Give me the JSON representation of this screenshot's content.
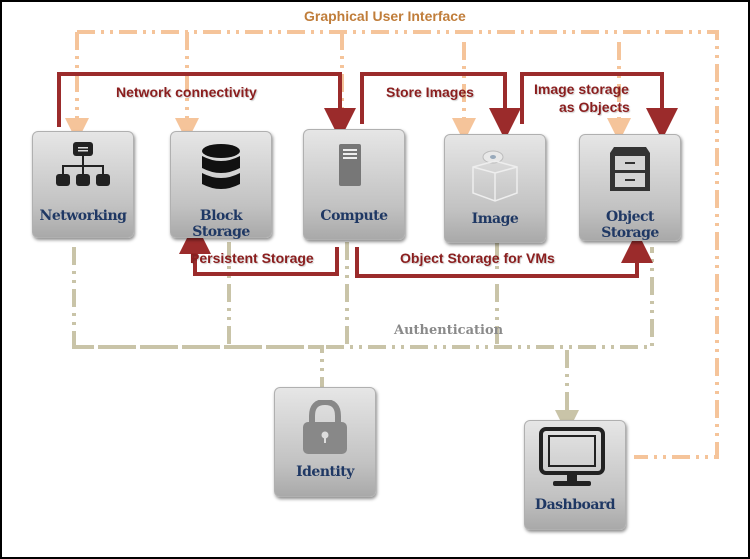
{
  "title": "Graphical  User Interface",
  "flows": {
    "network": "Network connectivity",
    "store_images": "Store Images",
    "image_storage_line1": "Image storage",
    "image_storage_line2": "as Objects",
    "persistent": "Persistent Storage",
    "object_vms": "Object Storage for VMs",
    "auth": "Authentication"
  },
  "nodes": {
    "networking": {
      "label": "Networking",
      "icon": "network-hierarchy-icon"
    },
    "block": {
      "label": "Block Storage",
      "icon": "database-icon"
    },
    "compute": {
      "label": "Compute",
      "icon": "server-icon"
    },
    "image": {
      "label": "Image",
      "icon": "disc-box-icon"
    },
    "object": {
      "label": "Object Storage",
      "icon": "filing-cabinet-icon"
    },
    "identity": {
      "label": "Identity",
      "icon": "lock-icon"
    },
    "dashboard": {
      "label": "Dashboard",
      "icon": "monitor-icon"
    }
  },
  "colors": {
    "gui_line": "#f5c49a",
    "auth_line": "#c9c4a8",
    "flow_arrow": "#9b2b2b",
    "node_label": "#1f3864"
  }
}
